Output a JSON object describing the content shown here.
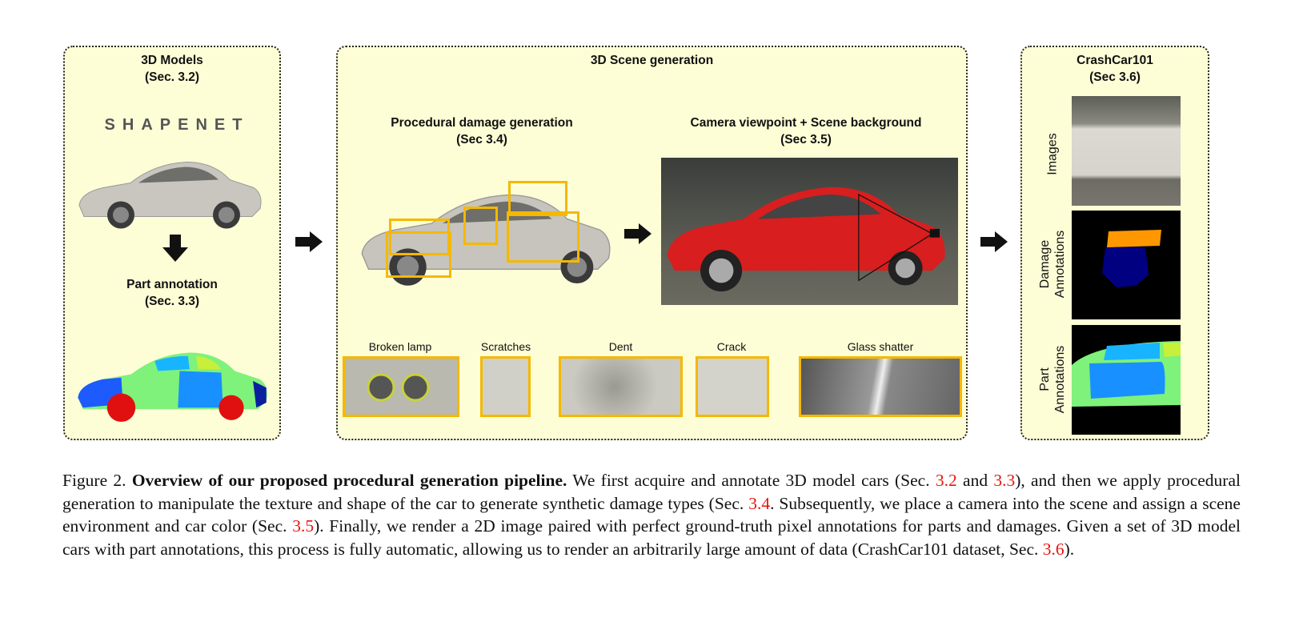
{
  "panels": {
    "models": {
      "title": "3D Models",
      "sec": "(Sec. 3.2)",
      "logo": "SHAPENET",
      "part_title": "Part annotation",
      "part_sec": "(Sec. 3.3)"
    },
    "scene": {
      "title": "3D Scene generation",
      "damage_title": "Procedural damage generation",
      "damage_sec": "(Sec 3.4)",
      "camera_title": "Camera viewpoint + Scene background",
      "camera_sec": "(Sec 3.5)",
      "damage_types": [
        "Broken lamp",
        "Scratches",
        "Dent",
        "Crack",
        "Glass shatter"
      ]
    },
    "dataset": {
      "title": "CrashCar101",
      "sec": "(Sec 3.6)",
      "rows": [
        "Images",
        "Damage Annotations",
        "Part Annotations"
      ]
    }
  },
  "caption": {
    "label": "Figure 2.",
    "bold": "Overview of our proposed procedural generation pipeline.",
    "t1": " We first acquire and annotate 3D model cars (Sec. ",
    "r1": "3.2",
    "t2": " and ",
    "r2": "3.3",
    "t3": "), and then we apply procedural generation to manipulate the texture and shape of the car to generate synthetic damage types (Sec. ",
    "r3": "3.4",
    "t4": ". Subsequently, we place a camera into the scene and assign a scene environment and car color (Sec. ",
    "r4": "3.5",
    "t5": "). Finally, we render a 2D image paired with perfect ground-truth pixel annotations for parts and damages. Given a set of 3D model cars with part annotations, this process is fully automatic, allowing us to render an arbitrarily large amount of data (CrashCar101 dataset, Sec. ",
    "r5": "3.6",
    "t6": ")."
  },
  "colors": {
    "panel_bg": "#fdfdd6",
    "highlight": "#f5b800",
    "ref": "#e8140c"
  }
}
